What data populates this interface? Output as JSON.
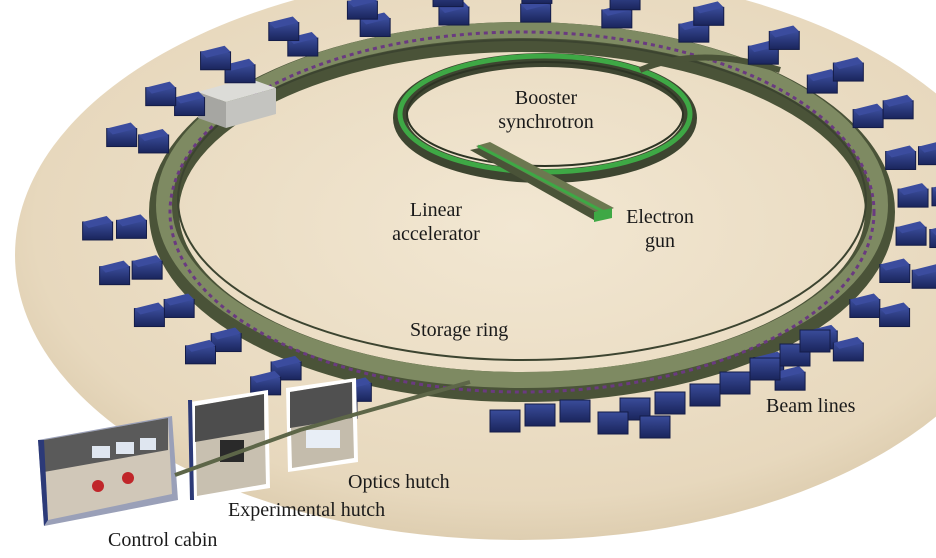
{
  "labels": {
    "booster": [
      "Booster",
      "synchrotron"
    ],
    "linear": [
      "Linear",
      "accelerator"
    ],
    "electron_gun": [
      "Electron",
      "gun"
    ],
    "storage_ring": "Storage ring",
    "beam_lines": "Beam lines",
    "optics_hutch": "Optics hutch",
    "experimental_hutch": "Experimental hutch",
    "control_cabin": "Control cabin"
  },
  "colors": {
    "floor": "#e9dcc4",
    "floor_edge": "#d6c6a7",
    "ring_wall": "#5d6648",
    "ring_top": "#76815c",
    "beamline_box": "#1f2c6b",
    "beamline_box_light": "#33448f",
    "booster_green": "#3ea845",
    "booster_wall": "#414a34",
    "building": "#c9c9c6",
    "room_floor": "#c9c2b6",
    "room_wall": "#3f4f8c"
  },
  "icons": {
    "room_chair": "red-chair-icon",
    "room_monitor": "monitor-icon"
  }
}
